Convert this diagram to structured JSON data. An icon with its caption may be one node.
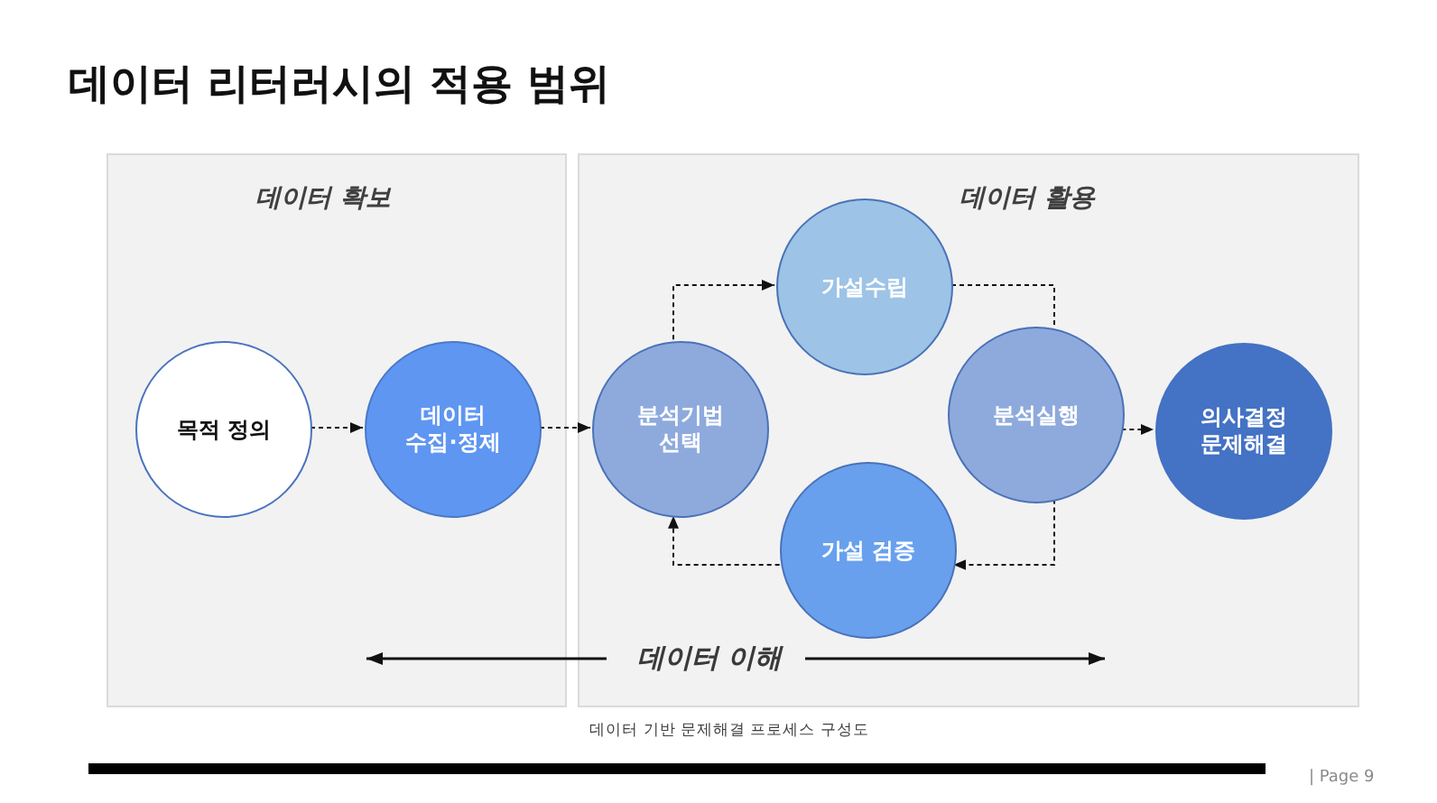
{
  "diagram": {
    "title": "데이터 리터러시의 적용 범위",
    "caption": "데이터 기반 문제해결 프로세스 구성도",
    "nodes": [
      {
        "text": [
          "데이터 확보"
        ]
      },
      {
        "text": [
          "데이터 활용"
        ]
      },
      {
        "text": [
          "목적 정의"
        ],
        "in": 0
      },
      {
        "text": [
          "데이터 수집·정제"
        ],
        "in": 0
      },
      {
        "text": [
          "분석기법 선택"
        ],
        "in": 1
      },
      {
        "text": [
          "가설수립"
        ],
        "in": 1
      },
      {
        "text": [
          "분석실행"
        ],
        "in": 1
      },
      {
        "text": [
          "가설 검증"
        ],
        "in": 1
      },
      {
        "text": [
          "의사결정 문제해결"
        ],
        "in": 1
      }
    ],
    "edges": [
      {
        "from": 2,
        "to": 3,
        "arrow": "to",
        "style": "dashed"
      },
      {
        "from": 3,
        "to": 4,
        "arrow": "to",
        "style": "dashed"
      },
      {
        "from": 4,
        "to": 5,
        "arrow": "to",
        "style": "dashed"
      },
      {
        "from": 5,
        "to": 6,
        "arrow": "none",
        "style": "dashed"
      },
      {
        "from": 6,
        "to": 7,
        "arrow": "to",
        "style": "dashed"
      },
      {
        "from": 7,
        "to": 4,
        "arrow": "to",
        "style": "dashed"
      },
      {
        "from": 6,
        "to": 8,
        "arrow": "to",
        "style": "dashed"
      }
    ],
    "labels": [
      "데이터 이해",
      "| Page 9"
    ]
  }
}
